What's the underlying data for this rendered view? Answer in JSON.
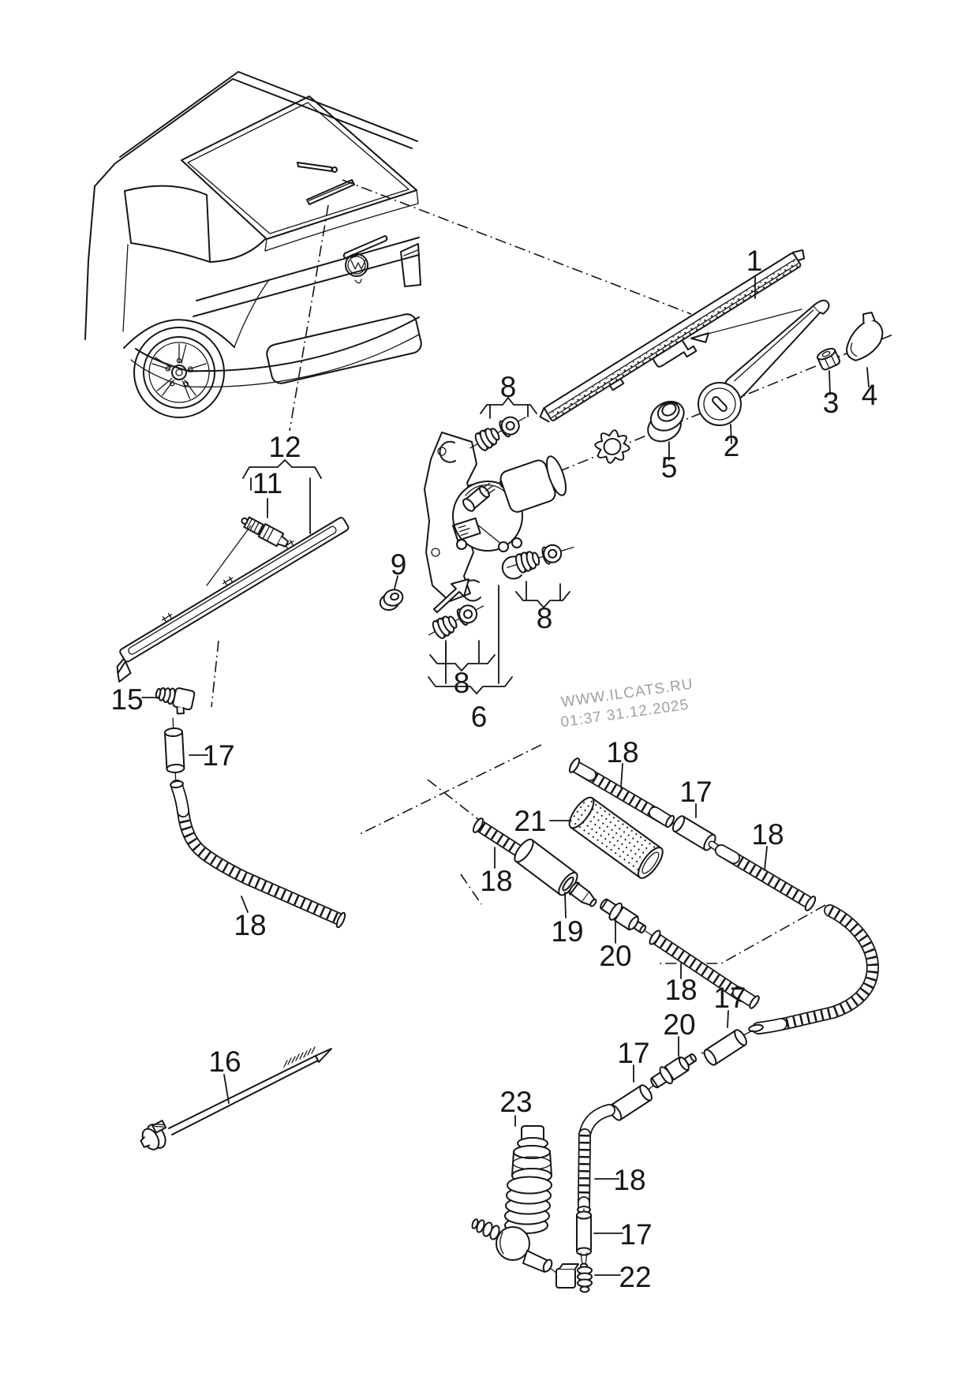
{
  "page": {
    "background": "#ffffff",
    "line_color": "#161616"
  },
  "watermark": {
    "line1": "WWW.ILCATS.RU",
    "line2": "01:37 31.12.2025",
    "color": "#a0a0a0"
  },
  "callouts": [
    {
      "label": "1"
    },
    {
      "label": "2"
    },
    {
      "label": "3"
    },
    {
      "label": "4"
    },
    {
      "label": "5"
    },
    {
      "label": "6"
    },
    {
      "label": "8"
    },
    {
      "label": "8"
    },
    {
      "label": "8"
    },
    {
      "label": "9"
    },
    {
      "label": "11"
    },
    {
      "label": "12"
    },
    {
      "label": "15"
    },
    {
      "label": "17"
    },
    {
      "label": "18"
    },
    {
      "label": "16"
    },
    {
      "label": "18"
    },
    {
      "label": "17"
    },
    {
      "label": "18"
    },
    {
      "label": "21"
    },
    {
      "label": "18"
    },
    {
      "label": "19"
    },
    {
      "label": "20"
    },
    {
      "label": "18"
    },
    {
      "label": "17"
    },
    {
      "label": "20"
    },
    {
      "label": "17"
    },
    {
      "label": "23"
    },
    {
      "label": "18"
    },
    {
      "label": "17"
    },
    {
      "label": "22"
    }
  ]
}
